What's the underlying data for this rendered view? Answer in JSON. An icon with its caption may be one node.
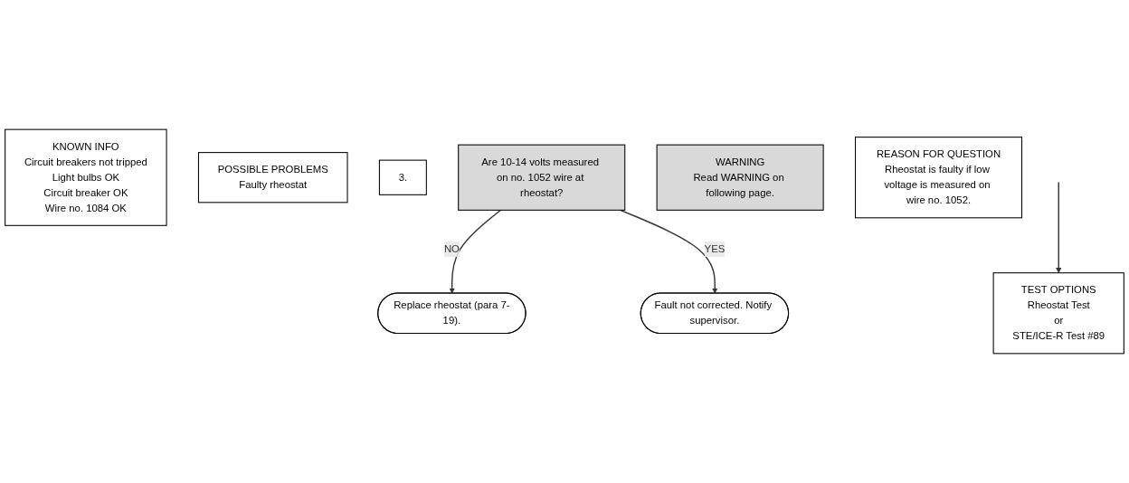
{
  "diagram": {
    "nodes": [
      {
        "text": [
          "KNOWN INFO",
          "Circuit breakers not tripped",
          "Light bulbs OK",
          "Circuit breaker OK",
          "Wire no. 1084 OK"
        ]
      },
      {
        "text": [
          "POSSIBLE PROBLEMS",
          "Faulty rheostat"
        ]
      },
      {
        "text": [
          "3."
        ]
      },
      {
        "text": [
          "Are 10-14 volts measured on no. 1052 wire at rheostat?"
        ]
      },
      {
        "text": [
          "WARNING",
          "Read WARNING on following page."
        ]
      },
      {
        "text": [
          "Replace rheostat (para 7-19)."
        ]
      },
      {
        "text": [
          "Fault not corrected. Notify supervisor."
        ]
      },
      {
        "text": [
          "TEST OPTIONS",
          "Rheostat Test",
          "or",
          "STE/ICE-R Test #89"
        ]
      },
      {
        "text": [
          "REASON FOR QUESTION",
          "Rheostat is faulty if low voltage is measured on wire no. 1052."
        ]
      }
    ],
    "edges": [
      {
        "from": 3,
        "to": 5,
        "label": "NO",
        "arrow": "to"
      },
      {
        "from": 3,
        "to": 6,
        "label": "YES",
        "arrow": "to"
      },
      {
        "from": null,
        "to": 7,
        "arrow": "to"
      }
    ]
  }
}
